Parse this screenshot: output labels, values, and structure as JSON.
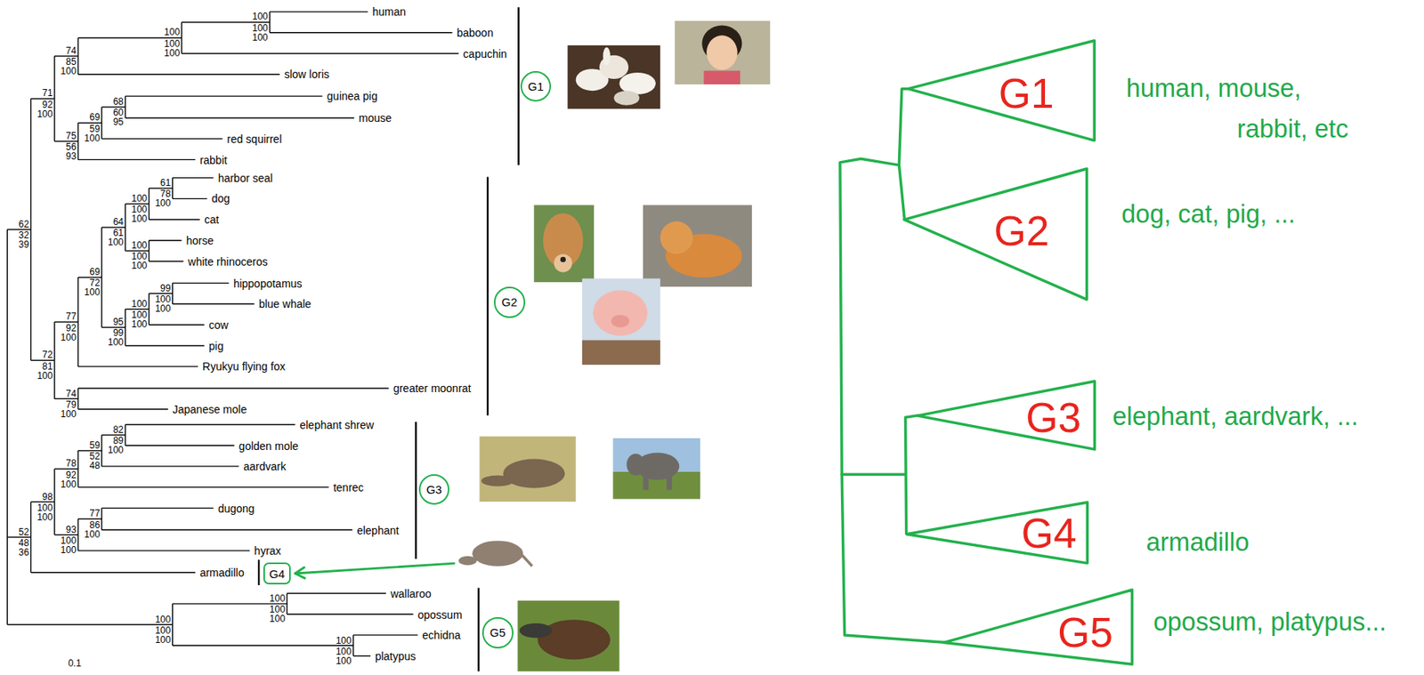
{
  "diagram": {
    "nodes": [
      {
        "text": [
          "G1"
        ]
      },
      {
        "text": [
          "G2"
        ]
      },
      {
        "text": [
          "G3"
        ]
      },
      {
        "text": [
          "G4"
        ]
      },
      {
        "text": [
          "G5"
        ]
      },
      {
        "text": [
          "G1"
        ]
      },
      {
        "text": [
          "G2"
        ]
      },
      {
        "text": [
          "G3"
        ]
      },
      {
        "text": [
          "G4"
        ]
      },
      {
        "text": [
          "G5"
        ]
      }
    ],
    "labels": [
      "human",
      "baboon",
      "capuchin",
      "slow loris",
      "guinea pig",
      "mouse",
      "red squirrel",
      "rabbit",
      "harbor seal",
      "dog",
      "cat",
      "horse",
      "white rhinoceros",
      "hippopotamus",
      "blue whale",
      "cow",
      "pig",
      "Ryukyu flying fox",
      "greater moonrat",
      "Japanese mole",
      "elephant shrew",
      "golden mole",
      "aardvark",
      "tenrec",
      "dugong",
      "elephant",
      "hyrax",
      "armadillo",
      "wallaroo",
      "opossum",
      "echidna",
      "platypus",
      "100",
      "100",
      "100",
      "100",
      "100",
      "100",
      "74",
      "85",
      "100",
      "71",
      "92",
      "100",
      "68",
      "60",
      "95",
      "69",
      "59",
      "100",
      "75",
      "56",
      "93",
      "62",
      "32",
      "39",
      "61",
      "78",
      "100",
      "100",
      "100",
      "100",
      "64",
      "61",
      "100",
      "100",
      "100",
      "100",
      "69",
      "72",
      "100",
      "99",
      "100",
      "100",
      "100",
      "100",
      "100",
      "95",
      "99",
      "100",
      "77",
      "92",
      "100",
      "72",
      "81",
      "100",
      "74",
      "79",
      "100",
      "82",
      "89",
      "100",
      "59",
      "52",
      "48",
      "78",
      "92",
      "100",
      "98",
      "100",
      "100",
      "77",
      "86",
      "100",
      "93",
      "100",
      "100",
      "52",
      "48",
      "36",
      "100",
      "100",
      "100",
      "100",
      "100",
      "100",
      "100",
      "100",
      "100",
      "0.1",
      "human, mouse, rabbit, etc",
      "dog, cat, pig, ...",
      "elephant, aardvark, ...",
      "armadillo",
      "opossum, platypus..."
    ]
  }
}
